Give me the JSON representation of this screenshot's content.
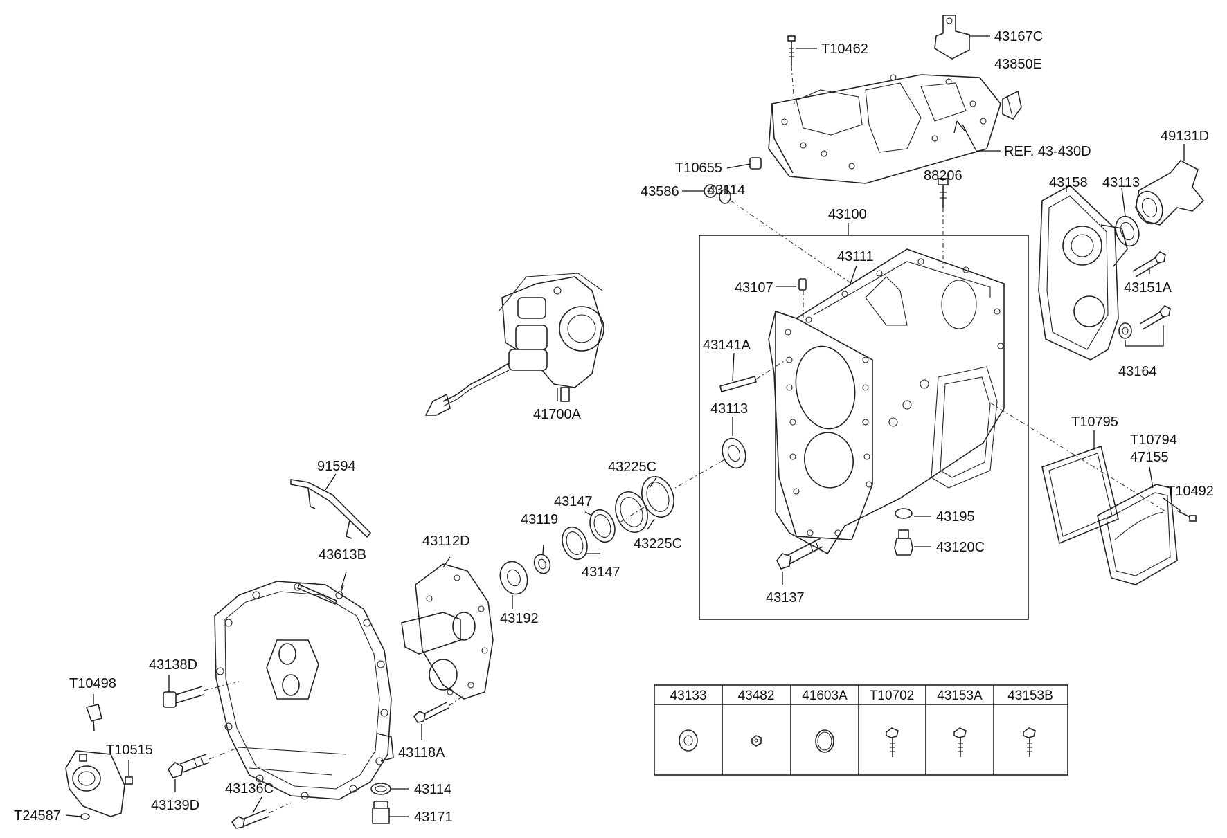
{
  "labels": {
    "p43167C": "43167C",
    "p43850E": "43850E",
    "pT10462": "T10462",
    "pREF": "REF. 43-430D",
    "pT10655": "T10655",
    "p88206": "88206",
    "p43114a": "43114",
    "p43586": "43586",
    "p43100": "43100",
    "p43111": "43111",
    "p43107": "43107",
    "p43141A": "43141A",
    "p43113a": "43113",
    "p43158": "43158",
    "p43113b": "43113",
    "p49131D": "49131D",
    "p43151A": "43151A",
    "p43164": "43164",
    "p41700A": "41700A",
    "pT10795": "T10795",
    "pT10794": "T10794",
    "p47155": "47155",
    "pT10492": "T10492",
    "p91594": "91594",
    "p43225Ca": "43225C",
    "p43225Cb": "43225C",
    "p43147a": "43147",
    "p43147b": "43147",
    "p43119": "43119",
    "p43192": "43192",
    "p43112D": "43112D",
    "p43613B": "43613B",
    "p43195": "43195",
    "p43120C": "43120C",
    "p43137": "43137",
    "p43138D": "43138D",
    "pT10498": "T10498",
    "pT10515": "T10515",
    "pT24587": "T24587",
    "p43139D": "43139D",
    "p43136C": "43136C",
    "p43118A": "43118A",
    "p43114b": "43114",
    "p43171": "43171"
  },
  "parts_table": {
    "headers": [
      "43133",
      "43482",
      "41603A",
      "T10702",
      "43153A",
      "43153B"
    ],
    "icons": [
      "oil-seal-icon",
      "small-nut-icon",
      "o-ring-icon",
      "flange-bolt-icon",
      "flange-bolt-icon",
      "flange-bolt-icon"
    ]
  }
}
